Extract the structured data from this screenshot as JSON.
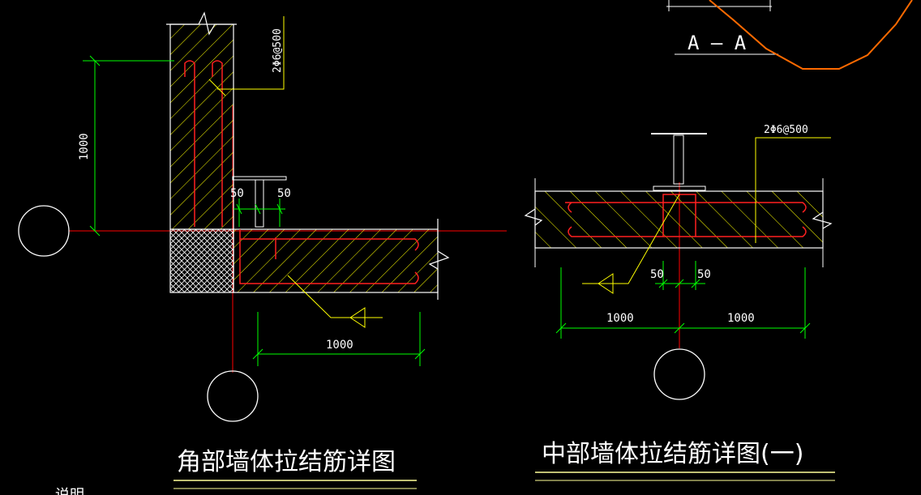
{
  "colors": {
    "background": "#000000",
    "wall_outline": "#ffffff",
    "hatch": "#ffff00",
    "rebar": "#ff2020",
    "axis": "#ff0000",
    "dimension": "#00ff00",
    "leader": "#ffff00",
    "curve": "#ff6a00",
    "text": "#ffffff",
    "underline": "#ffff99"
  },
  "corner_detail": {
    "title": "角部墙体拉结筋详图",
    "rebar_label": "2Φ6@500",
    "dim_vertical": "1000",
    "dim_horizontal": "1000",
    "dim_left_50": "50",
    "dim_right_50": "50"
  },
  "middle_detail": {
    "title": "中部墙体拉结筋详图(一)",
    "rebar_label": "2Φ6@500",
    "dim_left_50": "50",
    "dim_right_50": "50",
    "dim_left_1000": "1000",
    "dim_right_1000": "1000"
  },
  "section_label": "A — A",
  "footer_fragment": "说明"
}
